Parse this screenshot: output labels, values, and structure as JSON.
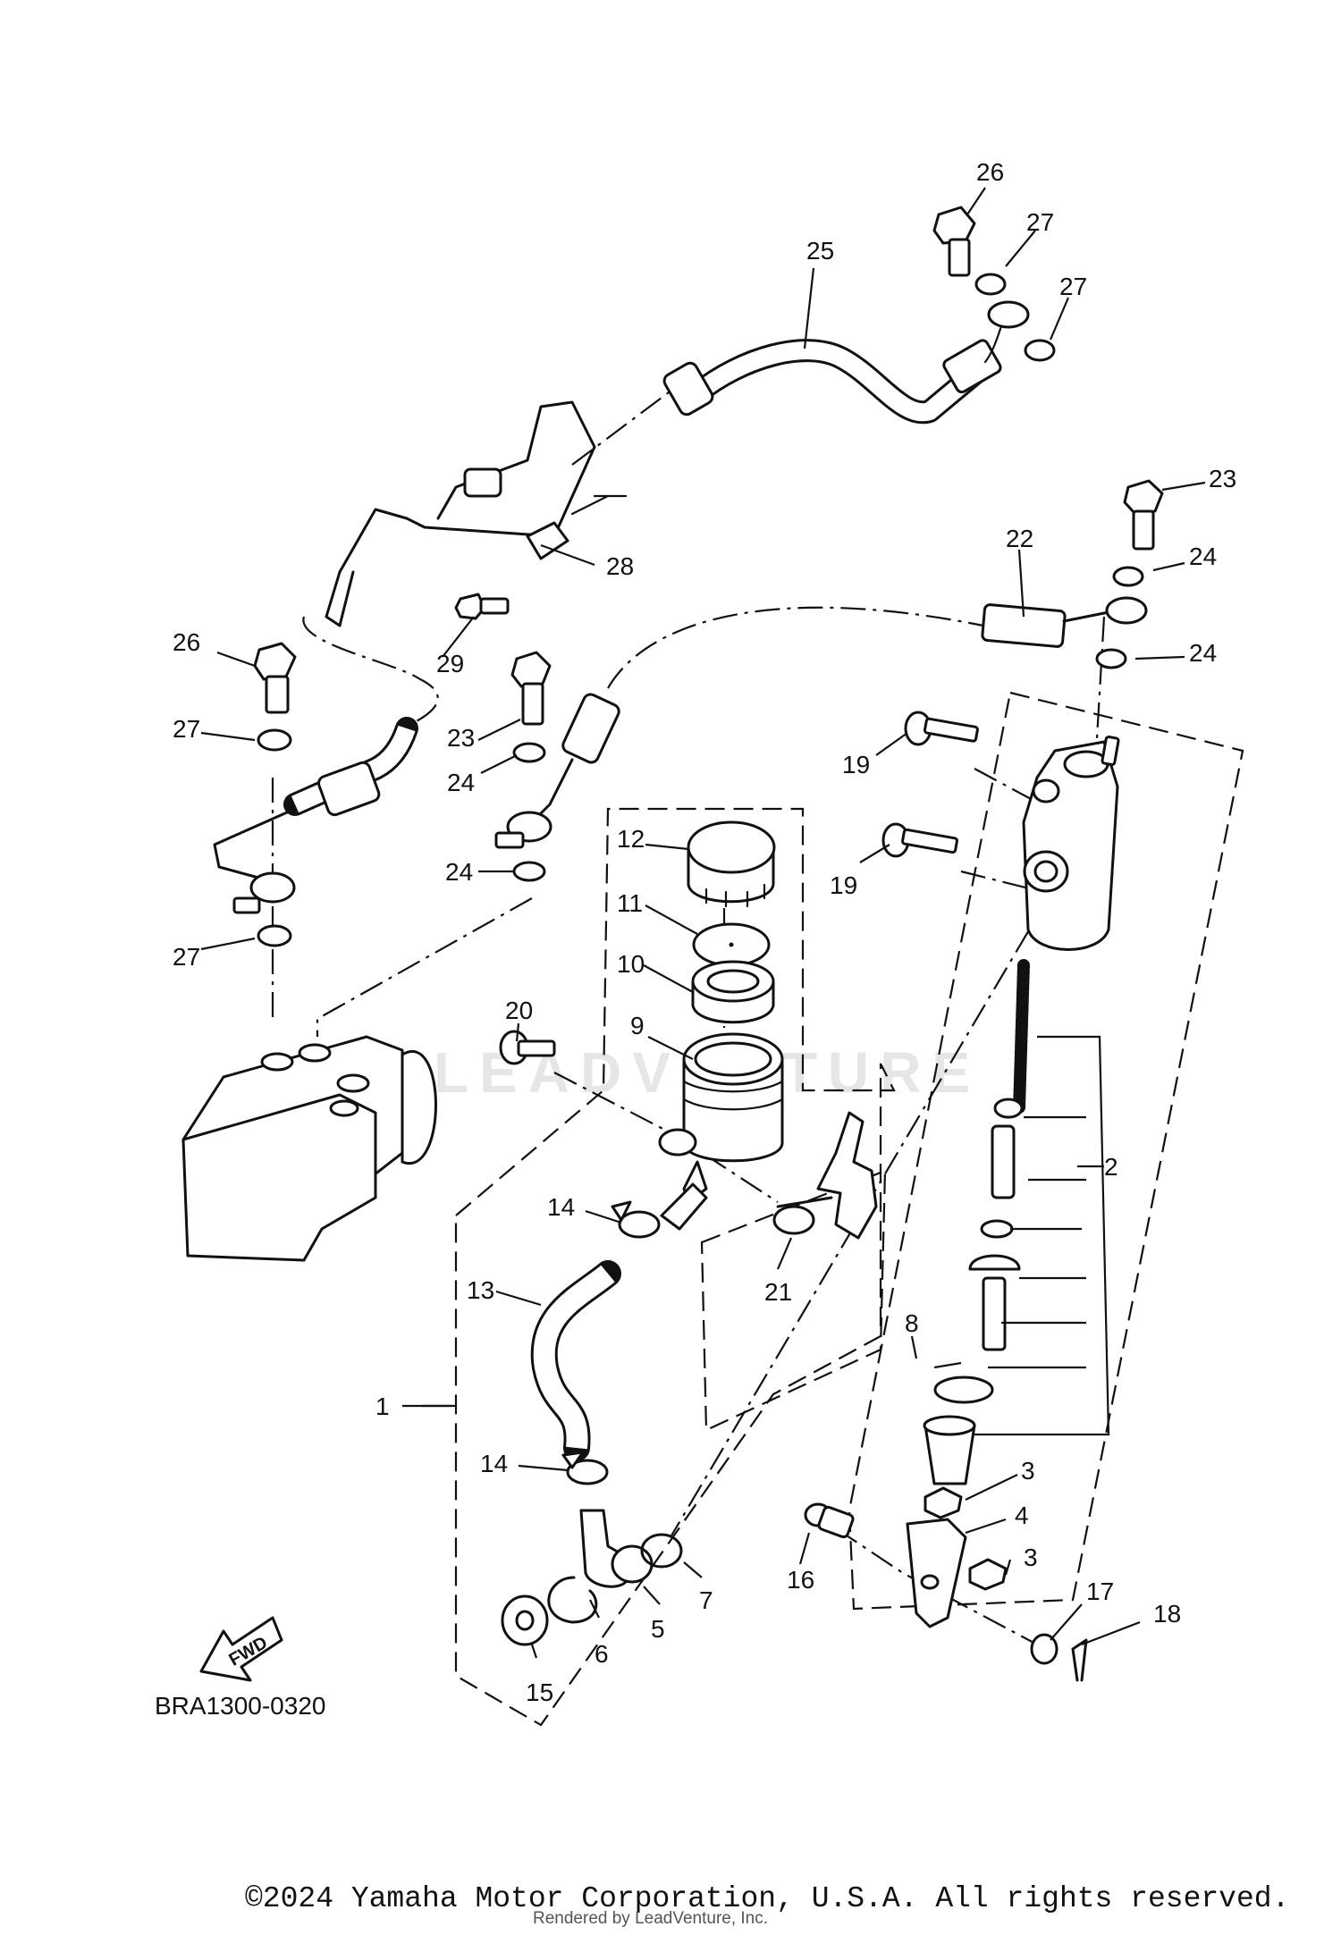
{
  "diagram": {
    "reference_code": "BRA1300-0320",
    "direction_label": "FWD",
    "watermark": "LEADVENTURE",
    "copyright": "©2024 Yamaha Motor Corporation, U.S.A. All rights reserved.",
    "rendered_by": "Rendered by LeadVenture, Inc.",
    "callouts": [
      "26",
      "27",
      "27",
      "25",
      "23",
      "24",
      "22",
      "24",
      "28",
      "29",
      "26",
      "27",
      "23",
      "24",
      "24",
      "27",
      "19",
      "19",
      "12",
      "11",
      "10",
      "9",
      "20",
      "2",
      "14",
      "21",
      "13",
      "8",
      "1",
      "14",
      "3",
      "4",
      "3",
      "16",
      "5",
      "7",
      "17",
      "18",
      "6",
      "15"
    ]
  }
}
